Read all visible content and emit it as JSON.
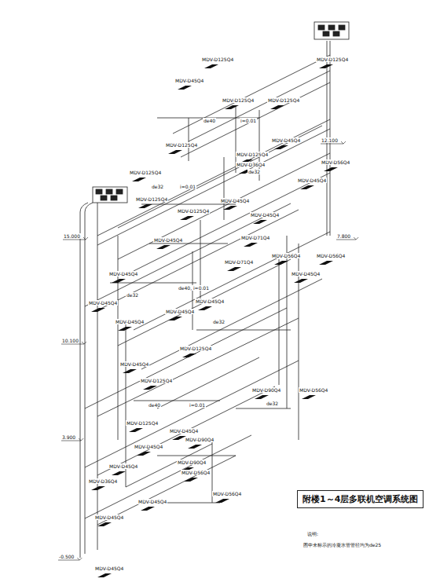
{
  "diagram": {
    "title": "附楼1～4层多联机空调系统图",
    "labels": [
      "MDV-D125Q4",
      "MDV-D125Q4",
      "MDV-D45Q4",
      "MDV-D125Q4",
      "MDV-D125Q4",
      "de40",
      "i=0.01",
      "12.100",
      "MDV-D125Q4",
      "MDV-D45Q4",
      "MDV-D125Q4",
      "MDV-D56Q4",
      "MDV-D36Q4",
      "MDV-D125Q4",
      "de32",
      "MDV-D45Q4",
      "de32",
      "i=0.01",
      "MDV-D125Q4",
      "MDV-D125Q4",
      "MDV-D45Q4",
      "MDV-D45Q4",
      "15.000",
      "7.800",
      "MDV-D45Q4",
      "MDV-D71Q4",
      "MDV-D56Q4",
      "MDV-D71Q4",
      "MDV-D45Q4",
      "MDV-D56Q4",
      "MDV-D45Q4",
      "MDV-D45Q4",
      "MDV-D45Q4",
      "MDV-D45Q4",
      "de32",
      "de40, i=0.01",
      "de32",
      "MDV-D45Q4",
      "10.100",
      "MDV-D125Q4",
      "MDV-D45Q4",
      "MDV-D125Q4",
      "MDV-D90Q4",
      "MDV-D56Q4",
      "de40",
      "i=0.01",
      "de32",
      "MDV-D125Q4",
      "MDV-D45Q4",
      "3.900",
      "MDV-D90Q4",
      "MDV-D45Q4",
      "MDV-D90Q4",
      "MDV-D45Q4",
      "MDV-D36Q4",
      "MDV-D56Q4",
      "MDV-D56Q4",
      "MDV-D45Q4",
      "MDV-D45Q4",
      "-0.500",
      "MDV-D45Q4",
      "说明:",
      "图中未标示的冷凝水管管径均为de25"
    ]
  }
}
